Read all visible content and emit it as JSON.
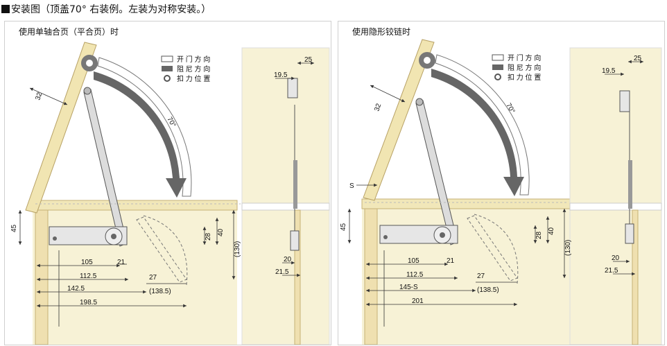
{
  "header": {
    "title": "安装图（顶盖70° 右装例。左装为对称安装。）"
  },
  "legend": {
    "open": "开 门 方 向",
    "damp": "阻 尼 方 向",
    "force": "扣 力 位 置"
  },
  "angle": "70°",
  "left": {
    "title": "使用单轴合页（平合页）时",
    "dims": {
      "d32": "32",
      "d45": "45",
      "d105": "105",
      "d21": "21",
      "d1125": "112.5",
      "d27": "27",
      "d1425": "142.5",
      "d1385": "(138.5)",
      "d1985": "198.5",
      "d28": "28",
      "d40": "40",
      "d130": "(130)",
      "d25": "25",
      "d195": "19.5",
      "d20": "20",
      "d215": "21.5"
    }
  },
  "right": {
    "title": "使用隐形铰链时",
    "dims": {
      "d32": "32",
      "dS": "S",
      "d45": "45",
      "d105": "105",
      "d21": "21",
      "d1125": "112.5",
      "d27": "27",
      "d145S": "145-S",
      "d1385": "(138.5)",
      "d201": "201",
      "d28": "28",
      "d40": "40",
      "d130": "(130)",
      "d25": "25",
      "d195": "19.5",
      "d20": "20",
      "d215": "21.5"
    }
  }
}
